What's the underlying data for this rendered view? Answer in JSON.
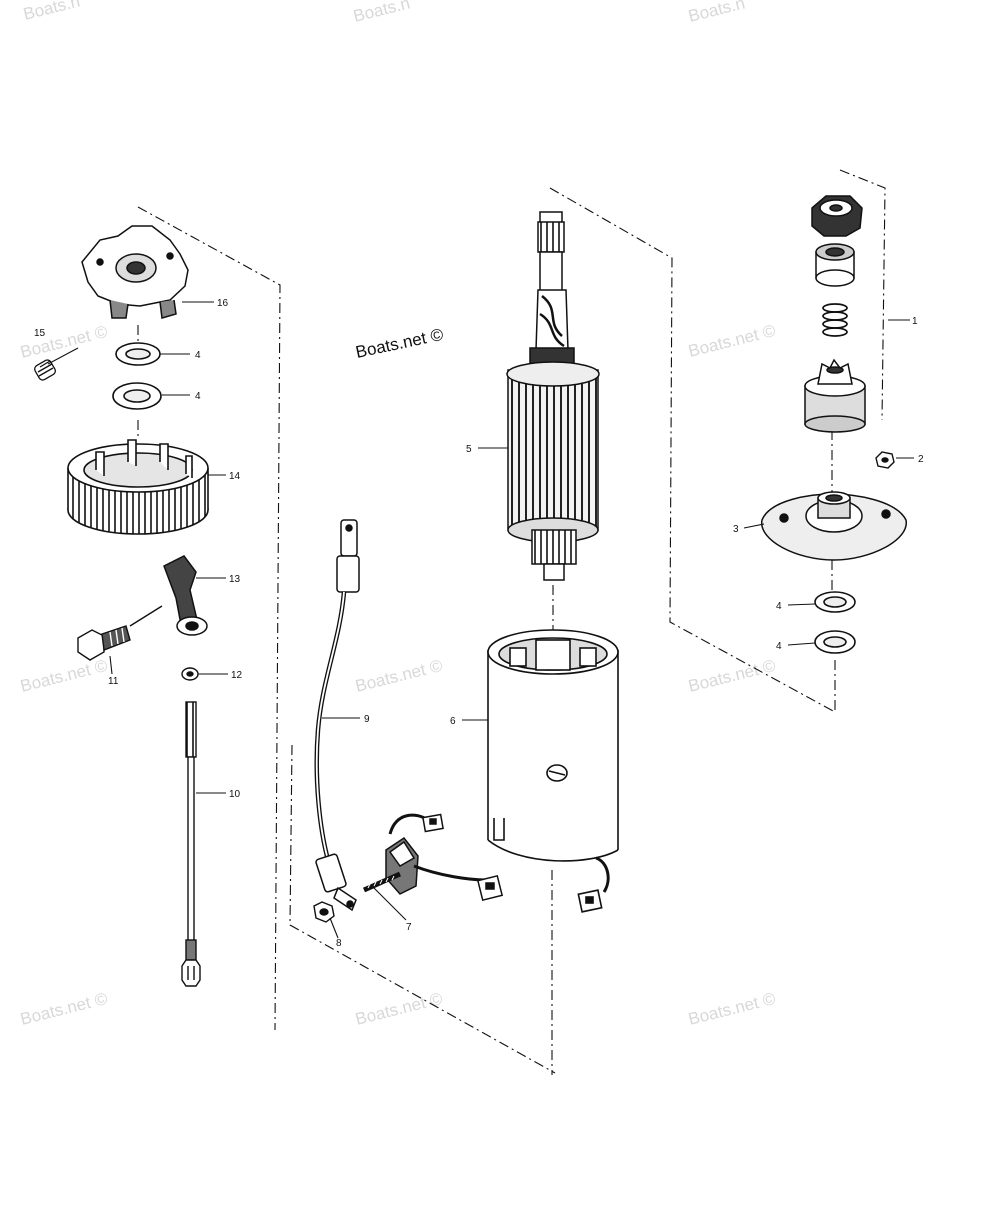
{
  "diagram": {
    "credit_label": "Boats.net ©",
    "watermark_text": "Boats.net ©",
    "watermark_top_1": "Boats.n",
    "watermark_top_2": "Boats.n",
    "watermark_top_3": "Boats.n",
    "ink_color": "#111111",
    "watermark_color": "#d8d8d8"
  },
  "callouts": {
    "c1": "1",
    "c2": "2",
    "c3": "3",
    "c4a": "4",
    "c4b": "4",
    "c4c": "4",
    "c4d": "4",
    "c5": "5",
    "c6": "6",
    "c7": "7",
    "c8": "8",
    "c9": "9",
    "c10": "10",
    "c11": "11",
    "c12": "12",
    "c13": "13",
    "c14": "14",
    "c15": "15",
    "c16": "16"
  }
}
